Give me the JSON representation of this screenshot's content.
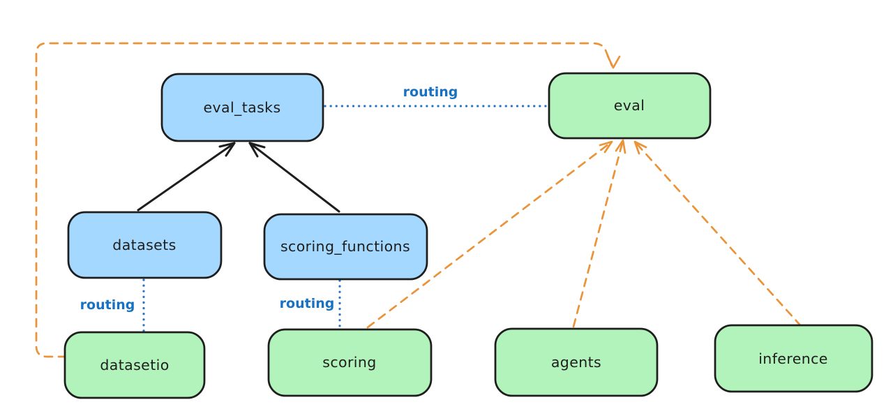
{
  "diagram": {
    "type": "architecture-diagram",
    "background": "#ffffff",
    "nodes": {
      "eval_tasks": {
        "label": "eval_tasks",
        "fill": "#a5d8ff"
      },
      "eval": {
        "label": "eval",
        "fill": "#b2f2bb"
      },
      "datasets": {
        "label": "datasets",
        "fill": "#a5d8ff"
      },
      "scoring_functions": {
        "label": "scoring_functions",
        "fill": "#a5d8ff"
      },
      "datasetio": {
        "label": "datasetio",
        "fill": "#b2f2bb"
      },
      "scoring": {
        "label": "scoring",
        "fill": "#b2f2bb"
      },
      "agents": {
        "label": "agents",
        "fill": "#b2f2bb"
      },
      "inference": {
        "label": "inference",
        "fill": "#b2f2bb"
      }
    },
    "edge_labels": {
      "routing_eval_tasks_eval": "routing",
      "routing_datasets_datasetio": "routing",
      "routing_scoring_functions_scoring": "routing"
    },
    "edges": [
      {
        "from": "datasets",
        "to": "eval_tasks",
        "style": "solid",
        "color": "black",
        "arrow": true
      },
      {
        "from": "scoring_functions",
        "to": "eval_tasks",
        "style": "solid",
        "color": "black",
        "arrow": true
      },
      {
        "from": "eval_tasks",
        "to": "eval",
        "style": "dotted",
        "color": "blue",
        "label": "routing"
      },
      {
        "from": "datasets",
        "to": "datasetio",
        "style": "dotted",
        "color": "blue",
        "label": "routing"
      },
      {
        "from": "scoring_functions",
        "to": "scoring",
        "style": "dotted",
        "color": "blue",
        "label": "routing"
      },
      {
        "from": "datasetio",
        "to": "eval",
        "style": "dashed",
        "color": "orange",
        "arrow": true
      },
      {
        "from": "scoring",
        "to": "eval",
        "style": "dashed",
        "color": "orange",
        "arrow": true
      },
      {
        "from": "agents",
        "to": "eval",
        "style": "dashed",
        "color": "orange",
        "arrow": true
      },
      {
        "from": "inference",
        "to": "eval",
        "style": "dashed",
        "color": "orange",
        "arrow": true
      }
    ],
    "colors": {
      "blue_node_fill": "#a5d8ff",
      "green_node_fill": "#b2f2bb",
      "node_stroke": "#1e1e1e",
      "routing_blue": "#1971c2",
      "orange_dashed": "#ea9339",
      "arrow_black": "#1e1e1e"
    }
  }
}
